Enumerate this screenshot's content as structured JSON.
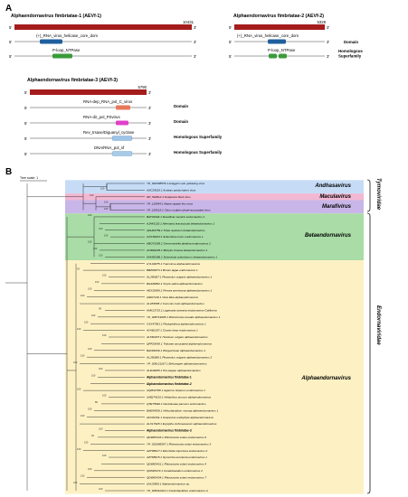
{
  "panelA": {
    "letter": "A",
    "diagrams": [
      {
        "title": "Alphaendornavirus fimbriatae-1 (AEVf-1)",
        "genome_length": "10431",
        "five": "5'",
        "three": "3'",
        "domains": [
          {
            "label": "(+)_RNA_virus_helicase_core_dom",
            "color": "#1f5f9e",
            "start": 0.15,
            "end": 0.35
          },
          {
            "label": "P-loop_NTPase",
            "color": "#3a9b3a",
            "start": 0.18,
            "end": 0.28
          }
        ],
        "side_labels": []
      },
      {
        "title": "Alphaendornavirus fimbriatae-2 (AEVf-2)",
        "genome_length": "5328",
        "five": "5'",
        "three": "3'",
        "domains": [
          {
            "label": "(+)_RNA_virus_helicase_core_dom",
            "color": "#1f5f9e",
            "start": 0.37,
            "end": 0.55
          },
          {
            "label": "P-loop_NTPase",
            "color": "#3a9b3a",
            "start": 0.37,
            "end": 0.55
          }
        ],
        "side_labels": [
          "Domain",
          "Homologous Superfamily"
        ]
      },
      {
        "title": "Alphaendornavirus fimbriatae-3 (AEVf-3)",
        "genome_length": "5790",
        "five": "5'",
        "three": "3'",
        "domains": [
          {
            "label": "RNA-dep_RNA_pol_C_virus",
            "color": "#e8785a",
            "start": 0.74,
            "end": 0.87,
            "side": "Domain"
          },
          {
            "label": "RNA-dir_pol_PSvirus",
            "color": "#e040c8",
            "start": 0.74,
            "end": 0.85,
            "side": "Domain"
          },
          {
            "label": "Rev_trsase/Diguanyl_cyclase",
            "color": "#9fc4e8",
            "start": 0.71,
            "end": 0.89,
            "side": "Homologous Superfamily"
          },
          {
            "label": "DNA/RNA_pol_sf",
            "color": "#a8cce8",
            "start": 0.71,
            "end": 0.89,
            "side": "Homologous Superfamily"
          }
        ]
      }
    ]
  },
  "panelB": {
    "letter": "B",
    "tree_scale_label": "Tree scale: 1",
    "families": [
      {
        "name": "Tymoviridae"
      },
      {
        "name": "Endornaviridae"
      }
    ],
    "clades": [
      {
        "name": "Andhasavirus",
        "color": "#c6dcf6"
      },
      {
        "name": "Maculavirus",
        "color": "#f2b8d2"
      },
      {
        "name": "Marafivirus",
        "color": "#c8b6e8"
      },
      {
        "name": "Betaendornavirus",
        "color": "#a9dca6"
      },
      {
        "name": "Alphaendornavirus",
        "color": "#fdf1c4"
      }
    ],
    "tips": [
      "YP_002308576.1 Anagyris vein yellowing virus",
      "AAC29015.1 Andean potato latent virus",
      "NP_542612.1 Grapevine fleck virus",
      "YP_115454.1 Maize rayado fino virus",
      "YP_224218.1 Citrus sudden death-associated virus",
      "BAT32944.1 Rosellinia necatrix endornavirus 1",
      "AJA43120.1 Alternaria brassicicola betaendornavirus 1",
      "ADU64759.1 Tuber aestivum betaendornavirus",
      "AXX39023.1 Sclerotinia minor endornavirus 1",
      "ABO73305.1 Gremmeniella abietina endornavirus 1",
      "AOS90245.1 Botrytis cinerea betaendornavirus 1",
      "AHH50386.1 Sclerotinia sclerotiorum betaendornavirus 1",
      "UYL94075.1 Tvarminne alphaendornavirus",
      "BBZ90073.1 Brown algae endornavirus 1",
      "ALJ56067.1 Phaseolus vulgaris alphaendornavirus 1",
      "BAA06862.1 Oryza sativa alphaendornavirus",
      "AEX28369.1 Persea americana alphaendornavirus 1",
      "AID67139.1 Vicia faba alphaendornavirus",
      "ALV83895.1 Cucumis melo alphaendornavirus",
      "AHK22715.1 Lagenaria siceraria endornavirus-California",
      "YP_008719905.1 Rhizoctonia cerealis alphaendornavirus 1",
      "CAX47561.1 Phytophthora alphaendornavirus 1",
      "AYA60157.1 Cluster bean endornavirus 1",
      "ALT66307.1 Hordeum vulgare alphaendornavirus",
      "QPF20438.1 Triticeae associated alphaendornavirus",
      "BAV66339.1 Winged bean alphaendornavirus 1",
      "ALJ56068.1 Phaseolus vulgaris alphaendornavirus 2",
      "YP_009121167.1 Bell pepper alphaendornavirus",
      "ALD49005.1 Hot pepper alphaendornavirus",
      "Alphaendornavirus fimbriatae-1",
      "Alphaendornavirus fimbriatae-2",
      "AQM32768.1 Agaricus bisporus endornavirus 1",
      "UMQ74215.1 Helianthus annuus alphaendornavirus",
      "QTE75046.1 Nectriaceae pannum endornavirus",
      "BAE94538.1 Helicobasidium mompa alphaendornavirus 1",
      "AFV91541.1 Grapevine endophyte alphaendornavirus",
      "ALX17428.1 Erysiphe cichoracearum alphaendornavirus",
      "Alphaendornavirus fimbriatae-3",
      "QDW65433.1 Rhizoctonia solani endornavirus 6",
      "YP_010086587.1 Rhizoctonia solani endornavirus 3",
      "AZT88617.1 Morchella importuna endornavirus 2",
      "AZT88615.1 Gyromitra esculenta endornavirus 1",
      "QDW65431.1 Rhizoctonia solani endornavirus 4",
      "QNN65174.1 Ceratobasidium endornavirus 2",
      "QDW65434.1 Rhizoctonia solani endornavirus 7",
      "UIA15509.1 Alphaendornavirus sp.",
      "YP_009310113.1 Ceratobasidium endornavirus A"
    ],
    "bootstrap": [
      "100",
      "100",
      "100",
      "100",
      "100",
      "100",
      "100",
      "100",
      "100",
      "100",
      "93",
      "100",
      "100",
      "100",
      "100",
      "99",
      "100",
      "100",
      "100",
      "100",
      "100",
      "100",
      "100",
      "100",
      "100",
      "100",
      "100",
      "86",
      "100",
      "100",
      "100",
      "92",
      "100",
      "100",
      "100",
      "100",
      "100",
      "100",
      "100"
    ]
  }
}
